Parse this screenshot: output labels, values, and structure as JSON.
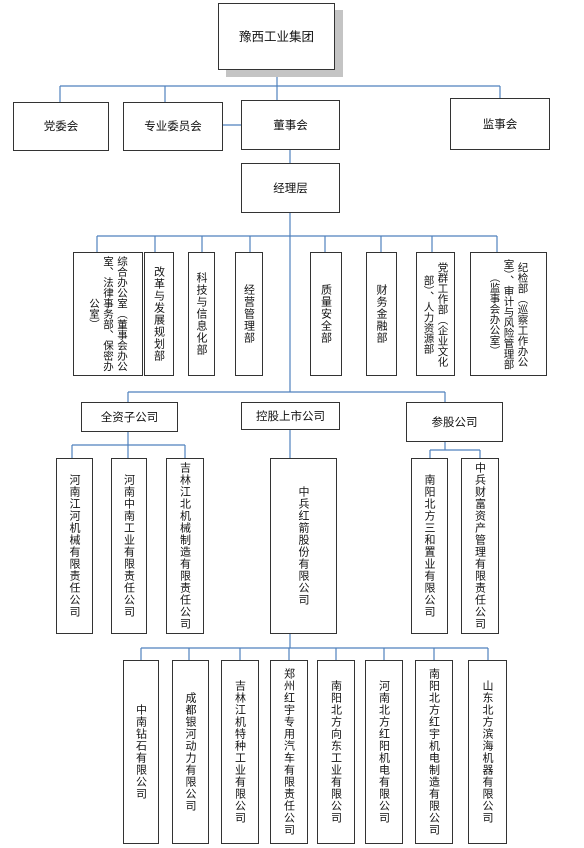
{
  "root": "豫西工业集团",
  "level1": {
    "party": "党委会",
    "committee": "专业委员会",
    "board": "董事会",
    "supervisors": "监事会"
  },
  "management": "经理层",
  "departments": [
    "综合办公室（董事会办公室、法律事务部、保密办公室）",
    "改革与发展规划部",
    "科技与信息化部",
    "经营管理部",
    "质量安全部",
    "财务金融部",
    "党群工作部（企业文化部）、人力资源部",
    "纪检部（巡察工作办公室）、审计与风险管理部（监事会办公室）"
  ],
  "groups": {
    "wholly_owned": "全资子公司",
    "listed": "控股上市公司",
    "associated": "参股公司"
  },
  "wholly_owned_companies": [
    "河南江河机械有限责任公司",
    "河南中南工业有限责任公司",
    "吉林江北机械制造有限责任公司"
  ],
  "listed_company": "中兵红箭股份有限公司",
  "associated_companies": [
    "南阳北方三和置业有限公司",
    "中兵财富资产管理有限责任公司"
  ],
  "subsidiaries": [
    "中南钻石有限公司",
    "成都银河动力有限公司",
    "吉林江机特种工业有限公司",
    "郑州红宇专用汽车有限责任公司",
    "南阳北方向东工业有限公司",
    "河南北方红阳机电有限公司",
    "南阳北方红宇机电制造有限公司",
    "山东北方滨海机器有限公司"
  ],
  "colors": {
    "connector": "#4f81bd",
    "border": "#333333",
    "shadow": "#c4c4c4"
  }
}
